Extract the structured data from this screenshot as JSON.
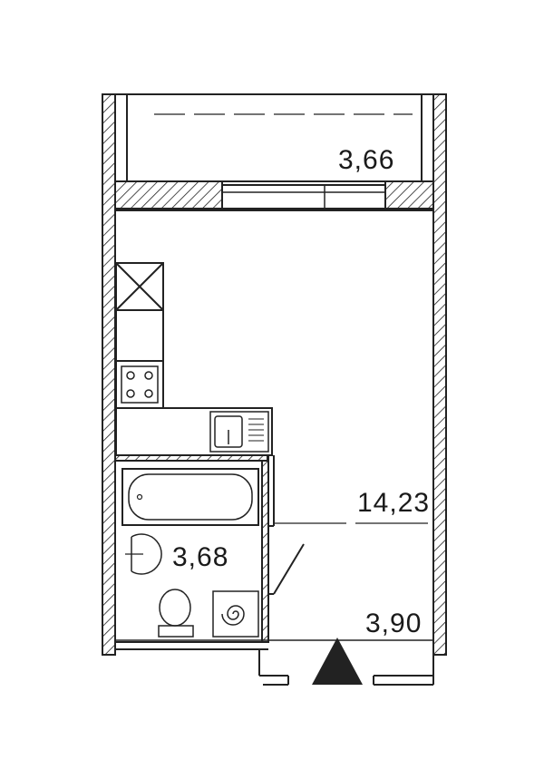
{
  "floor_plan": {
    "rooms": [
      {
        "id": "balcony",
        "area": "3,66"
      },
      {
        "id": "living",
        "area": "14,23"
      },
      {
        "id": "bathroom",
        "area": "3,68"
      },
      {
        "id": "hallway",
        "area": "3,90"
      }
    ]
  }
}
